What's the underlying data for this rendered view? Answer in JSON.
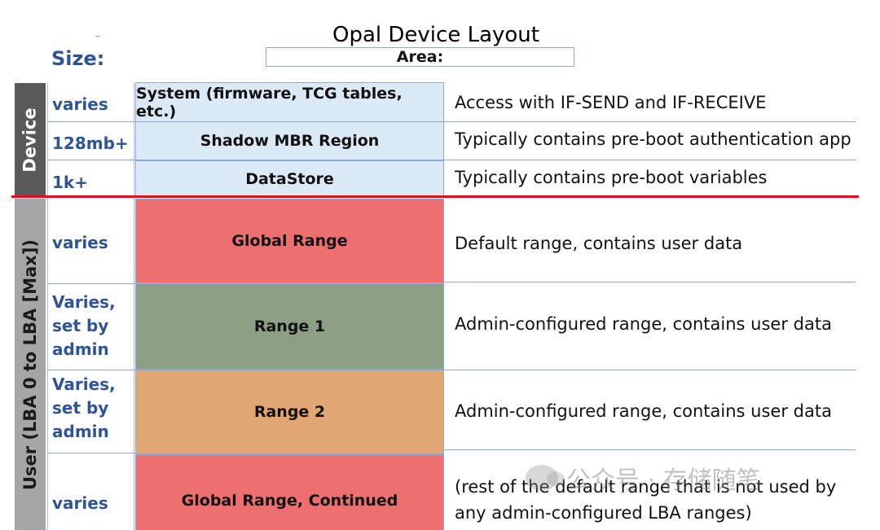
{
  "title": "Opal Device Layout",
  "headers": {
    "size": "Size:",
    "area": "Area:"
  },
  "groups": {
    "device": "Device",
    "user": "User (LBA 0 to LBA [Max])"
  },
  "colors": {
    "device_bar": "#595959",
    "user_bar": "#a6a6a6",
    "device_area": "#dce9f6",
    "global_range": "#ee6f6f",
    "range1": "#8c9e83",
    "range2": "#e2a574",
    "divider": "#e0101a"
  },
  "rows": [
    {
      "size": "varies",
      "area": "System (firmware, TCG tables, etc.)",
      "desc": "Access with IF-SEND and IF-RECEIVE"
    },
    {
      "size": "128mb+",
      "area": "Shadow MBR Region",
      "desc": "Typically contains pre-boot authentication app"
    },
    {
      "size": "1k+",
      "area": "DataStore",
      "desc": "Typically contains pre-boot variables"
    },
    {
      "size": "varies",
      "area": "Global Range",
      "desc": "Default range, contains user data"
    },
    {
      "size": "Varies,\nset by\nadmin",
      "area": "Range 1",
      "desc": "Admin-configured range, contains user data"
    },
    {
      "size": "Varies,\nset by\nadmin",
      "area": "Range 2",
      "desc": "Admin-configured range, contains user data"
    },
    {
      "size": "varies",
      "area": "Global Range, Continued",
      "desc": "(rest of the default range that is not used by\nany admin-configured LBA ranges)"
    }
  ],
  "watermark": "公众号 · 存储随笔"
}
